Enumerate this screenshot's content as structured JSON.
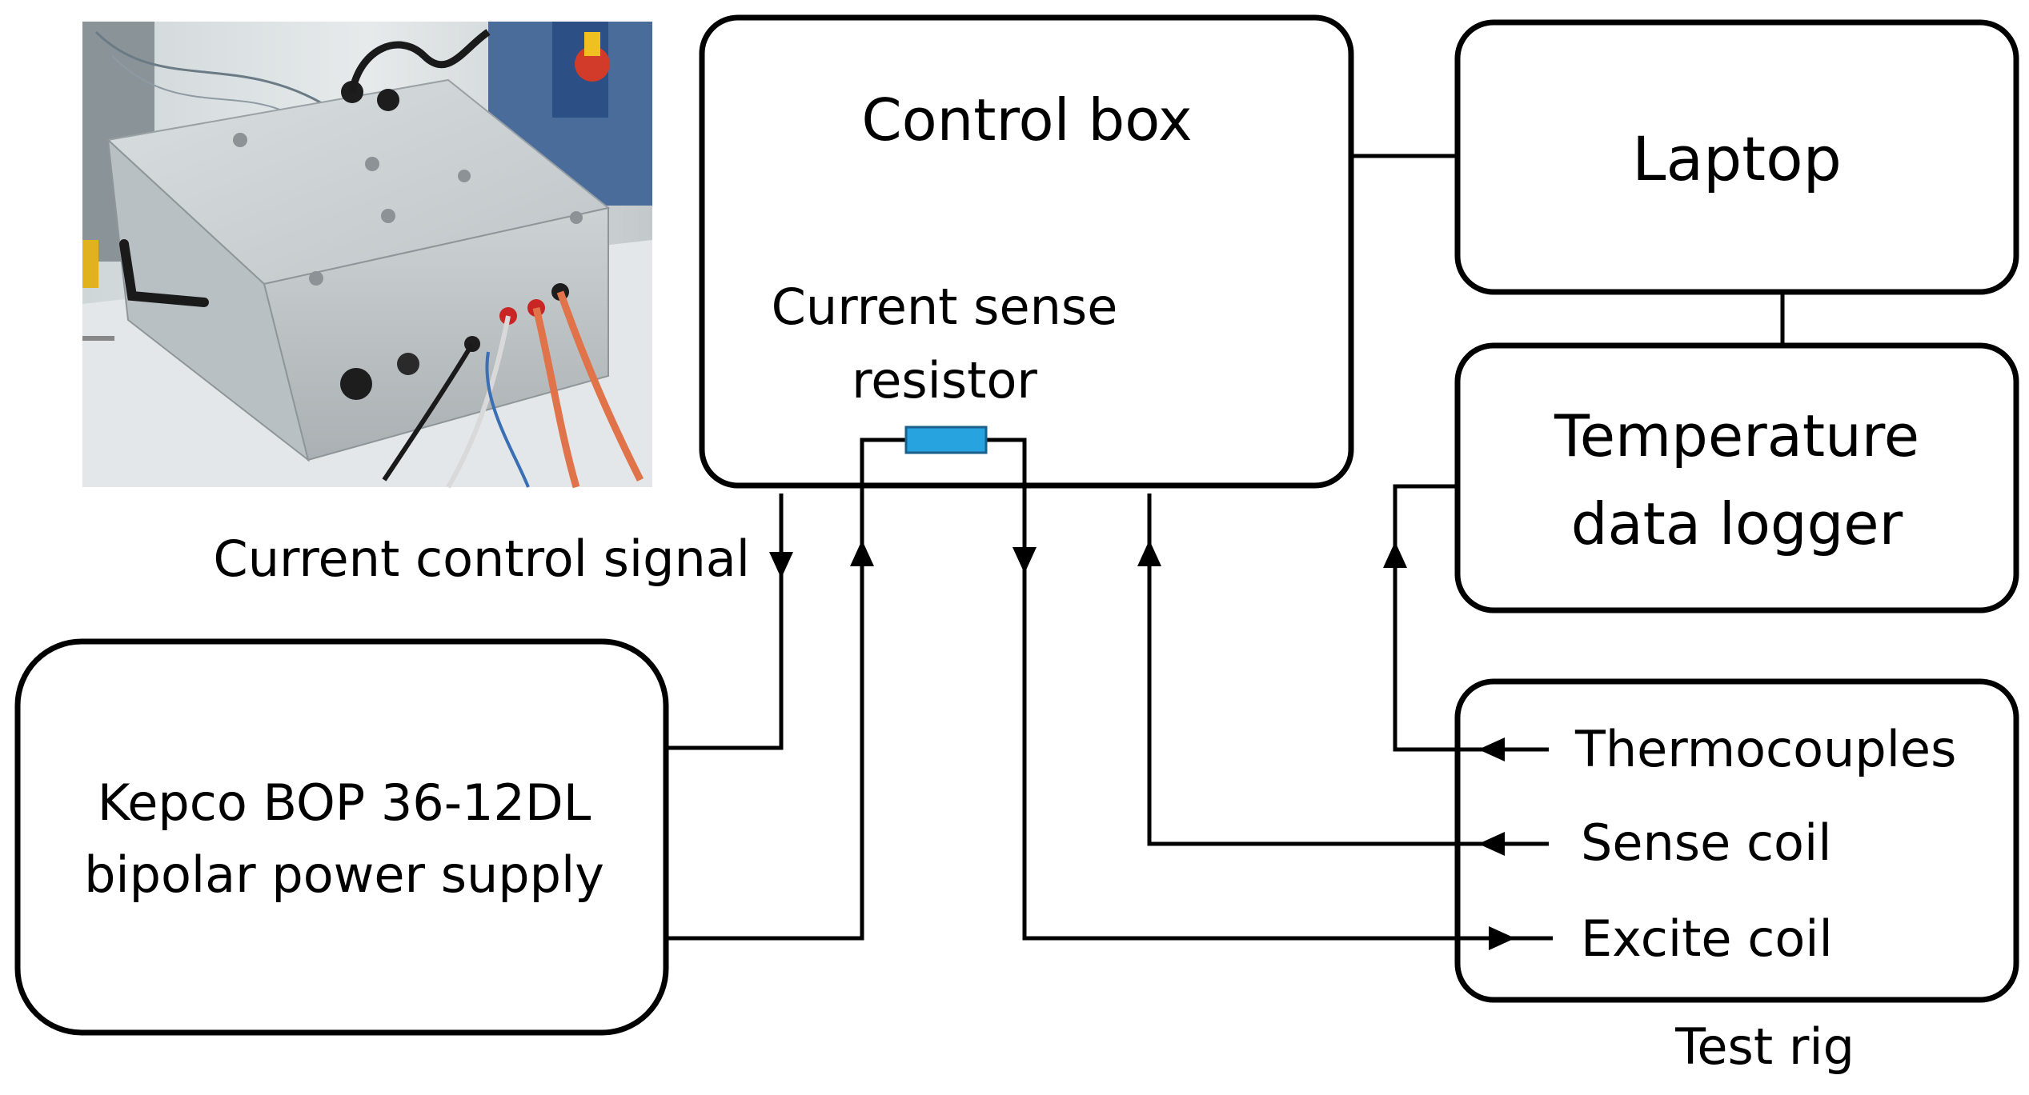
{
  "blocks": {
    "control_box": {
      "title": "Control box",
      "sub1": "Current sense",
      "sub2": "resistor"
    },
    "laptop": {
      "label": "Laptop"
    },
    "logger": {
      "line1": "Temperature",
      "line2": "data logger"
    },
    "power_supply": {
      "line1": "Kepco BOP 36-12DL",
      "line2": "bipolar power supply"
    },
    "test_rig": {
      "caption": "Test rig",
      "ports": [
        "Thermocouples",
        "Sense coil",
        "Excite coil"
      ]
    }
  },
  "signals": {
    "control_signal": "Current control signal"
  },
  "colors": {
    "line": "#000000",
    "resistor": "#27a3df",
    "resistor_edge": "#1b5f8c"
  },
  "photo": {
    "description_icon": "control-box-photo"
  }
}
